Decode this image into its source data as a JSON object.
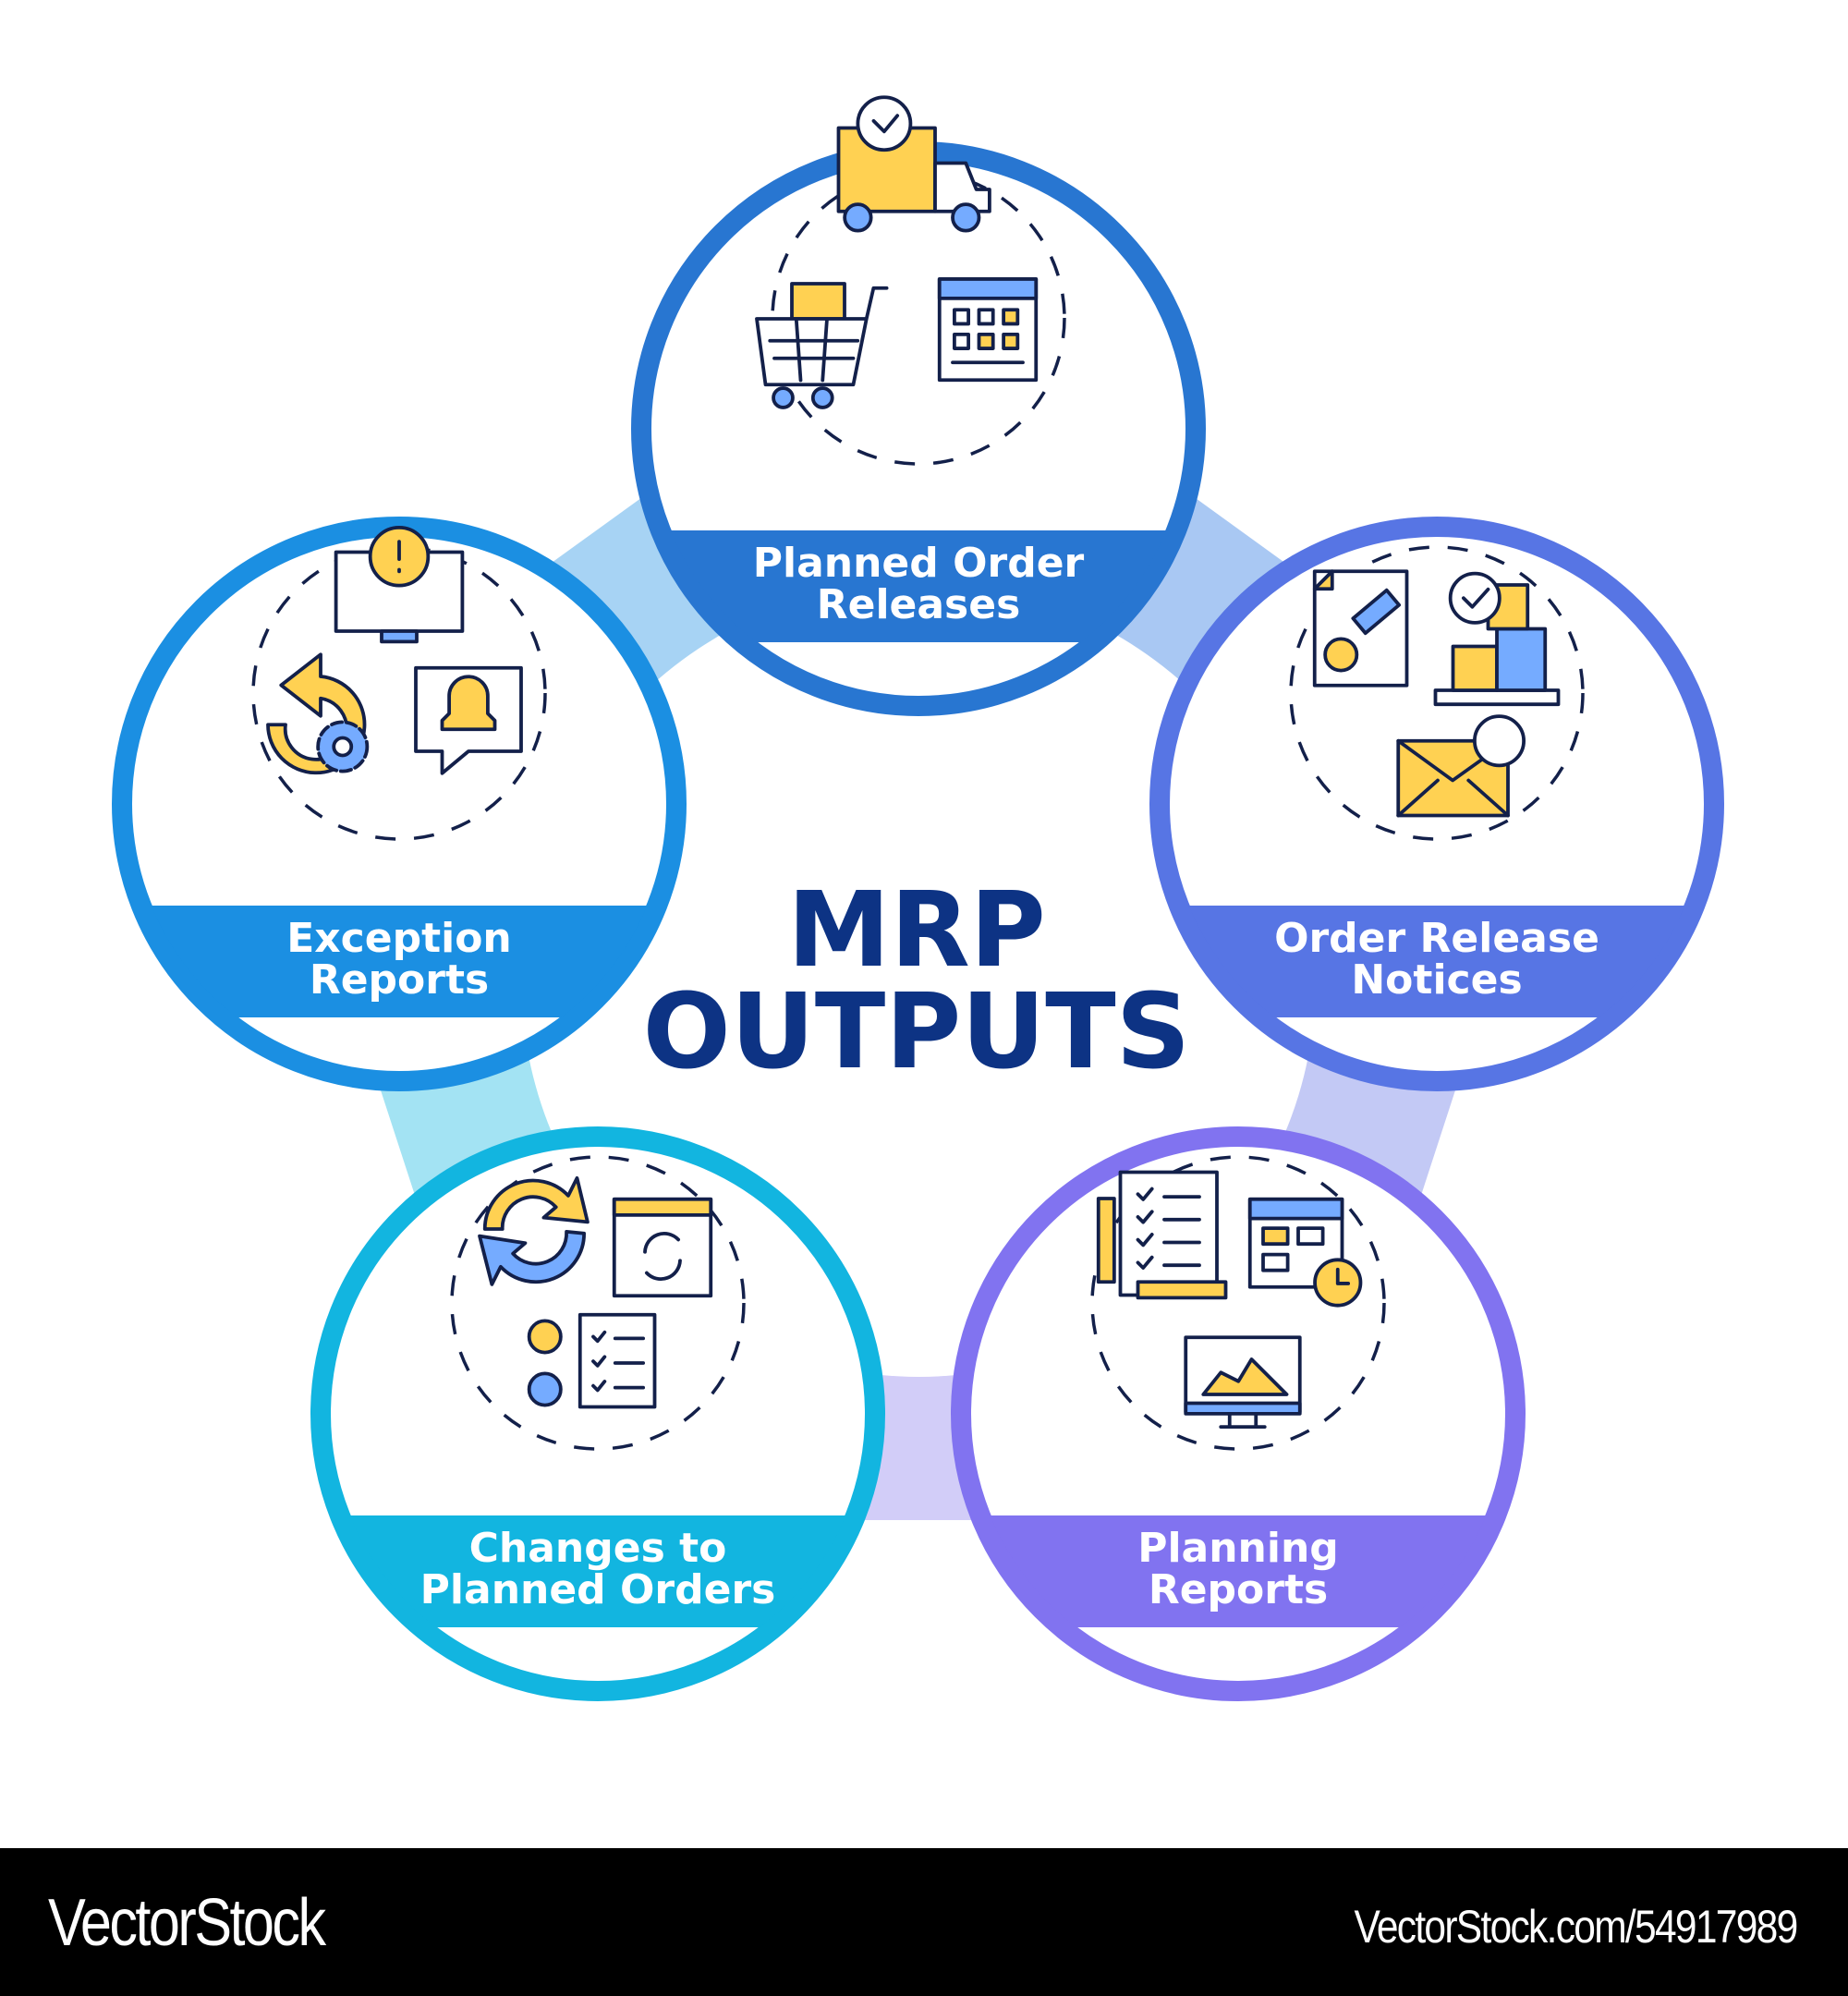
{
  "title": {
    "line1": "MRP",
    "line2": "OUTPUTS"
  },
  "items": [
    {
      "id": "planned-order-releases",
      "line1": "Planned Order",
      "line2": "Releases",
      "color": "#2876d1",
      "icons": [
        "truck-clock-icon",
        "shopping-cart-icon",
        "calendar-icon"
      ]
    },
    {
      "id": "order-release-notices",
      "line1": "Order Release",
      "line2": "Notices",
      "color": "#5775e4",
      "icons": [
        "stamped-document-icon",
        "approved-boxes-icon",
        "envelope-notification-icon"
      ]
    },
    {
      "id": "planning-reports",
      "line1": "Planning",
      "line2": "Reports",
      "color": "#8173f0",
      "icons": [
        "checklist-icon",
        "calendar-clock-icon",
        "monitor-chart-icon"
      ]
    },
    {
      "id": "changes-to-planned-orders",
      "line1": "Changes to",
      "line2": "Planned Orders",
      "color": "#12b5e0",
      "icons": [
        "refresh-arrows-icon",
        "calendar-refresh-icon",
        "gears-checklist-icon"
      ]
    },
    {
      "id": "exception-reports",
      "line1": "Exception",
      "line2": "Reports",
      "color": "#1b8fe2",
      "icons": [
        "monitor-alert-icon",
        "undo-gear-icon",
        "bell-message-icon"
      ]
    }
  ],
  "colors": {
    "title": "#0d3384",
    "icon_yellow": "#ffd152",
    "icon_blue": "#75abff",
    "outline": "#13204a"
  },
  "footer": {
    "brand": "VectorStock",
    "url": "VectorStock.com/54917989"
  }
}
